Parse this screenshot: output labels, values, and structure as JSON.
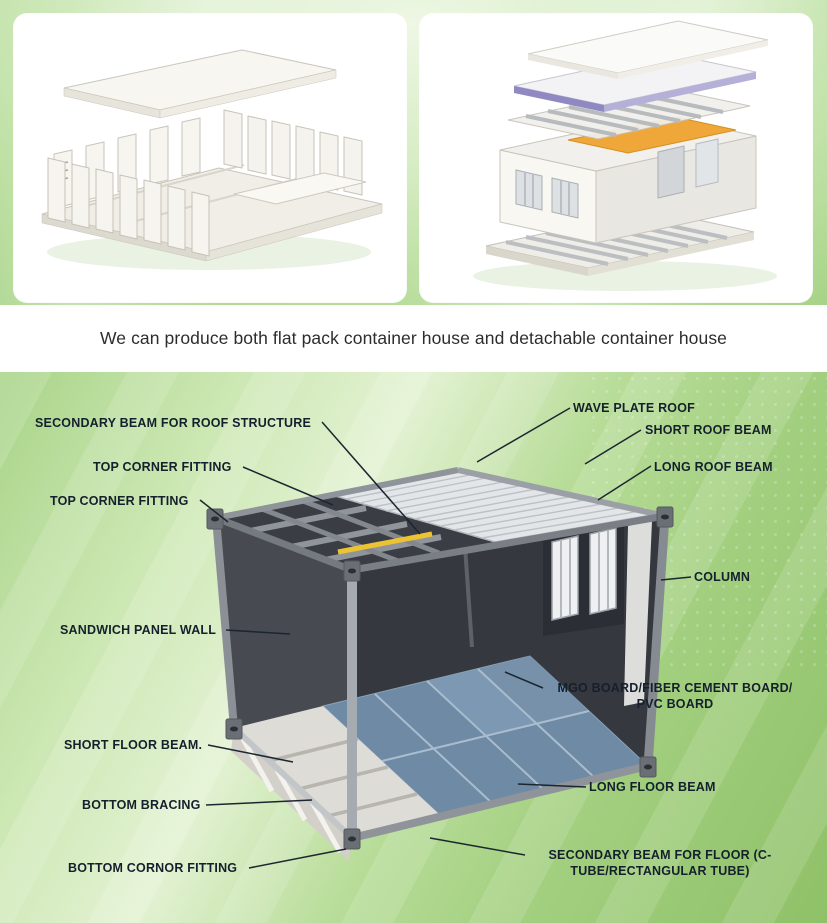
{
  "page": {
    "caption": "We can produce both flat pack container house and detachable container house"
  },
  "diagram": {
    "labels": {
      "secondary_beam_roof": "SECONDARY BEAM FOR ROOF STRUCTURE",
      "top_corner_fitting_a": "TOP CORNER FITTING",
      "top_corner_fitting_b": "TOP CORNER FITTING",
      "sandwich_panel_wall": "SANDWICH PANEL WALL",
      "short_floor_beam": "SHORT FLOOR BEAM.",
      "bottom_bracing": "BOTTOM BRACING",
      "bottom_cornor_fitting": "BOTTOM CORNOR FITTING",
      "wave_plate_roof": "WAVE PLATE ROOF",
      "short_roof_beam": "SHORT ROOF BEAM",
      "long_roof_beam": "LONG ROOF BEAM",
      "column": "COLUMN",
      "mgo_board": "MGO BOARD/FIBER CEMENT BOARD/ PVC BOARD",
      "long_floor_beam": "LONG FLOOR BEAM",
      "secondary_beam_floor": "SECONDARY BEAM FOR FLOOR (C-TUBE/RECTANGULAR TUBE)"
    },
    "colors": {
      "label_text": "#15202d",
      "leader_line": "#1c2630",
      "frame_gray": "#8d9298",
      "floor_blue": "#6f8aa5",
      "roof_sheet": "#e3e6e9",
      "accent_yellow": "#ecc433"
    }
  }
}
